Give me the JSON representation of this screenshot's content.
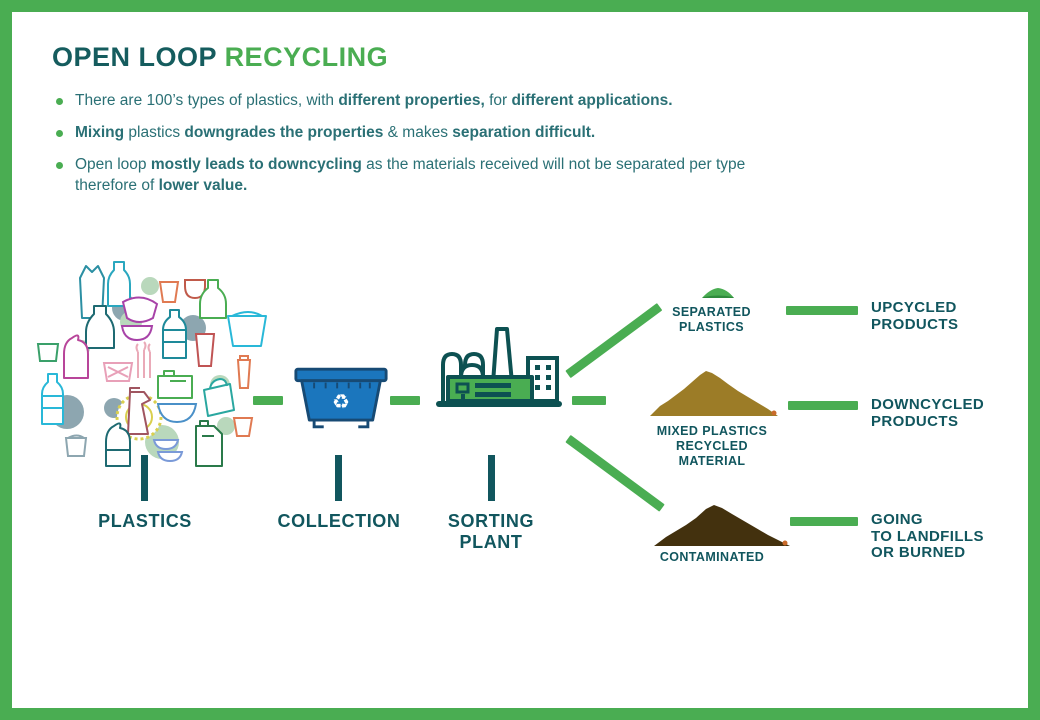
{
  "title": {
    "dark_part": "OPEN LOOP",
    "green_part": "RECYCLING"
  },
  "bullets": [
    {
      "segments": [
        {
          "t": "There are 100’s types of plastics, with "
        },
        {
          "t": "different properties,",
          "bold": true
        },
        {
          "t": " for "
        },
        {
          "t": "different applications.",
          "bold": true
        }
      ]
    },
    {
      "segments": [
        {
          "t": "Mixing",
          "bold": true
        },
        {
          "t": " plastics "
        },
        {
          "t": "downgrades the properties",
          "bold": true
        },
        {
          "t": " & makes "
        },
        {
          "t": "separation difficult.",
          "bold": true
        }
      ]
    },
    {
      "segments": [
        {
          "t": "Open loop "
        },
        {
          "t": "mostly leads to downcycling",
          "bold": true
        },
        {
          "t": " as the materials received will not be separated per type therefore of "
        },
        {
          "t": "lower value.",
          "bold": true
        }
      ]
    }
  ],
  "stages": [
    {
      "name": "plastics",
      "label_lines": [
        "PLASTICS"
      ]
    },
    {
      "name": "collection",
      "label_lines": [
        "COLLECTION"
      ]
    },
    {
      "name": "sorting-plant",
      "label_lines": [
        "SORTING",
        "PLANT"
      ]
    }
  ],
  "piles": [
    {
      "name": "separated-plastics",
      "label_lines": [
        "SEPARATED",
        "PLASTICS"
      ],
      "color": "#4aad52"
    },
    {
      "name": "mixed-plastics-recycled-material",
      "label_lines": [
        "MIXED PLASTICS",
        "RECYCLED",
        "MATERIAL"
      ],
      "color": "#9c7c27"
    },
    {
      "name": "contaminated",
      "label_lines": [
        "CONTAMINATED"
      ],
      "color": "#43310e"
    }
  ],
  "outputs": [
    {
      "label_lines": [
        "UPCYCLED",
        "PRODUCTS"
      ]
    },
    {
      "label_lines": [
        "DOWNCYCLED",
        "PRODUCTS"
      ]
    },
    {
      "label_lines": [
        "GOING",
        "TO LANDFILLS",
        "OR BURNED"
      ]
    }
  ],
  "icons": {
    "recycle_glyph": "♻",
    "names": [
      "plastic-items-cluster-icon",
      "recycling-bin-icon",
      "factory-icon",
      "pile-icon"
    ]
  },
  "colors": {
    "border_green": "#4aad52",
    "accent_green": "#4aad52",
    "title_dark_teal": "#155c5e",
    "label_teal": "#11565e",
    "body_teal": "#2a7075",
    "bin_blue": "#1b76bd",
    "bin_outline_navy": "#174a74",
    "factory_outline_teal": "#0d5152",
    "mixed_pile": "#9c7c27",
    "contaminated_pile": "#43310e"
  }
}
